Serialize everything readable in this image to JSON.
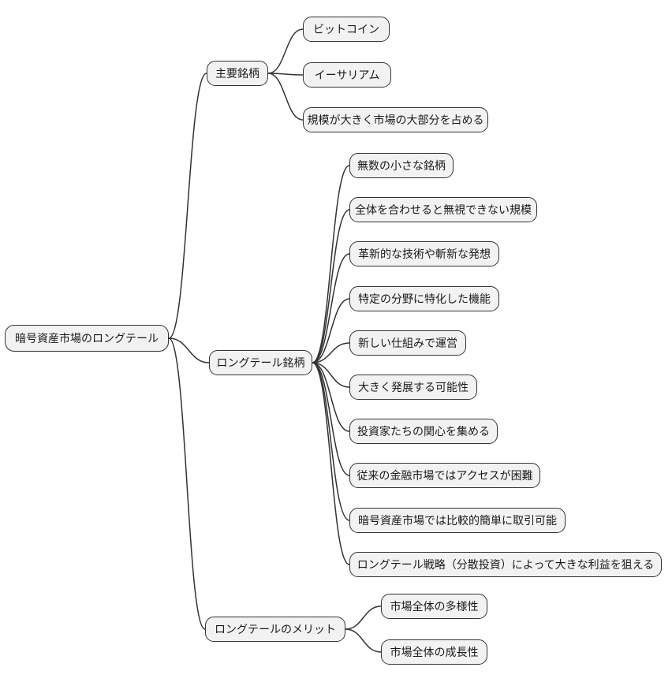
{
  "colors": {
    "bg": "#ffffff",
    "node_fill": "#f2f2f2",
    "node_border": "#333333",
    "line_color": "#333333",
    "text_color": "#1a1a1a"
  },
  "mindmap": {
    "root": {
      "label": "暗号資産市場のロングテール"
    },
    "branches": [
      {
        "label": "主要銘柄",
        "children": [
          {
            "label": "ビットコイン"
          },
          {
            "label": "イーサリアム"
          },
          {
            "label": "規模が大きく市場の大部分を占める"
          }
        ]
      },
      {
        "label": "ロングテール銘柄",
        "children": [
          {
            "label": "無数の小さな銘柄"
          },
          {
            "label": "全体を合わせると無視できない規模"
          },
          {
            "label": "革新的な技術や斬新な発想"
          },
          {
            "label": "特定の分野に特化した機能"
          },
          {
            "label": "新しい仕組みで運営"
          },
          {
            "label": "大きく発展する可能性"
          },
          {
            "label": "投資家たちの関心を集める"
          },
          {
            "label": "従来の金融市場ではアクセスが困難"
          },
          {
            "label": "暗号資産市場では比較的簡単に取引可能"
          },
          {
            "label": "ロングテール戦略（分散投資）によって大きな利益を狙える"
          }
        ]
      },
      {
        "label": "ロングテールのメリット",
        "children": [
          {
            "label": "市場全体の多様性"
          },
          {
            "label": "市場全体の成長性"
          }
        ]
      }
    ]
  }
}
